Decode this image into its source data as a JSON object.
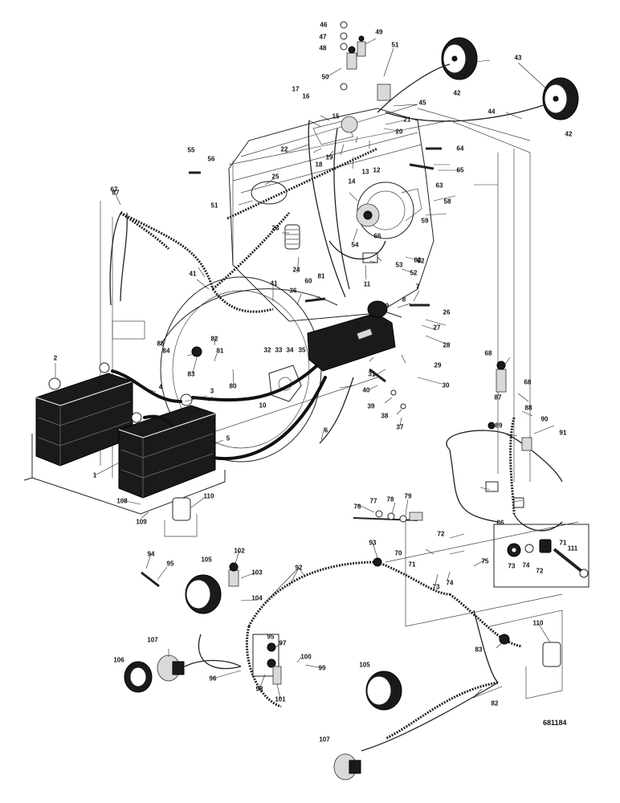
{
  "figure_code": "681184",
  "callouts": [
    {
      "id": "c1",
      "text": "1"
    },
    {
      "id": "c2",
      "text": "2"
    },
    {
      "id": "c3",
      "text": "3"
    },
    {
      "id": "c4",
      "text": "4"
    },
    {
      "id": "c5",
      "text": "5"
    },
    {
      "id": "c6",
      "text": "6"
    },
    {
      "id": "c7",
      "text": "7"
    },
    {
      "id": "c8",
      "text": "8"
    },
    {
      "id": "c9",
      "text": "9"
    },
    {
      "id": "c10",
      "text": "10"
    },
    {
      "id": "c11",
      "text": "11"
    },
    {
      "id": "c12",
      "text": "12"
    },
    {
      "id": "c13",
      "text": "13"
    },
    {
      "id": "c14",
      "text": "14"
    },
    {
      "id": "c15",
      "text": "15"
    },
    {
      "id": "c16",
      "text": "16"
    },
    {
      "id": "c17",
      "text": "17"
    },
    {
      "id": "c18",
      "text": "18"
    },
    {
      "id": "c19",
      "text": "19"
    },
    {
      "id": "c20",
      "text": "20"
    },
    {
      "id": "c21",
      "text": "21"
    },
    {
      "id": "c22",
      "text": "22"
    },
    {
      "id": "c23",
      "text": "23"
    },
    {
      "id": "c24",
      "text": "24"
    },
    {
      "id": "c25",
      "text": "25"
    },
    {
      "id": "c26",
      "text": "26"
    },
    {
      "id": "c27",
      "text": "27"
    },
    {
      "id": "c28",
      "text": "28"
    },
    {
      "id": "c29",
      "text": "29"
    },
    {
      "id": "c30",
      "text": "30"
    },
    {
      "id": "c31",
      "text": "31"
    },
    {
      "id": "c32",
      "text": "32"
    },
    {
      "id": "c33",
      "text": "33"
    },
    {
      "id": "c34",
      "text": "34"
    },
    {
      "id": "c35",
      "text": "35"
    },
    {
      "id": "c36",
      "text": "36"
    },
    {
      "id": "c37",
      "text": "37"
    },
    {
      "id": "c38",
      "text": "38"
    },
    {
      "id": "c39",
      "text": "39"
    },
    {
      "id": "c40",
      "text": "40"
    },
    {
      "id": "c41a",
      "text": "41"
    },
    {
      "id": "c41b",
      "text": "41"
    },
    {
      "id": "c42a",
      "text": "42"
    },
    {
      "id": "c42b",
      "text": "42"
    },
    {
      "id": "c43",
      "text": "43"
    },
    {
      "id": "c44",
      "text": "44"
    },
    {
      "id": "c45",
      "text": "45"
    },
    {
      "id": "c46",
      "text": "46"
    },
    {
      "id": "c47",
      "text": "47"
    },
    {
      "id": "c48",
      "text": "48"
    },
    {
      "id": "c49",
      "text": "49"
    },
    {
      "id": "c50",
      "text": "50"
    },
    {
      "id": "c51a",
      "text": "51"
    },
    {
      "id": "c51b",
      "text": "51"
    },
    {
      "id": "c52",
      "text": "52"
    },
    {
      "id": "c53",
      "text": "53"
    },
    {
      "id": "c54",
      "text": "54"
    },
    {
      "id": "c55",
      "text": "55"
    },
    {
      "id": "c56",
      "text": "56"
    },
    {
      "id": "c58",
      "text": "58"
    },
    {
      "id": "c59",
      "text": "59"
    },
    {
      "id": "c60",
      "text": "60"
    },
    {
      "id": "c62",
      "text": "62"
    },
    {
      "id": "c63",
      "text": "63"
    },
    {
      "id": "c64",
      "text": "64"
    },
    {
      "id": "c65",
      "text": "65"
    },
    {
      "id": "c66",
      "text": "66"
    },
    {
      "id": "c67",
      "text": "67"
    },
    {
      "id": "c68a",
      "text": "68"
    },
    {
      "id": "c68b",
      "text": "68"
    },
    {
      "id": "c70",
      "text": "70"
    },
    {
      "id": "c71a",
      "text": "71"
    },
    {
      "id": "c71b",
      "text": "71"
    },
    {
      "id": "c72a",
      "text": "72"
    },
    {
      "id": "c72b",
      "text": "72"
    },
    {
      "id": "c73a",
      "text": "73"
    },
    {
      "id": "c73b",
      "text": "73"
    },
    {
      "id": "c74a",
      "text": "74"
    },
    {
      "id": "c74b",
      "text": "74"
    },
    {
      "id": "c75",
      "text": "75"
    },
    {
      "id": "c76",
      "text": "76"
    },
    {
      "id": "c77",
      "text": "77"
    },
    {
      "id": "c78",
      "text": "78"
    },
    {
      "id": "c79",
      "text": "79"
    },
    {
      "id": "c80",
      "text": "80"
    },
    {
      "id": "c81a",
      "text": "81"
    },
    {
      "id": "c81b",
      "text": "81"
    },
    {
      "id": "c82a",
      "text": "82"
    },
    {
      "id": "c82b",
      "text": "82"
    },
    {
      "id": "c82c",
      "text": "82"
    },
    {
      "id": "c83a",
      "text": "83"
    },
    {
      "id": "c83b",
      "text": "83"
    },
    {
      "id": "c84",
      "text": "84"
    },
    {
      "id": "c85",
      "text": "85"
    },
    {
      "id": "c86",
      "text": "86"
    },
    {
      "id": "c87a",
      "text": "87"
    },
    {
      "id": "c87b",
      "text": "87"
    },
    {
      "id": "c88",
      "text": "88"
    },
    {
      "id": "c89",
      "text": "89"
    },
    {
      "id": "c90",
      "text": "90"
    },
    {
      "id": "c91",
      "text": "91"
    },
    {
      "id": "c92",
      "text": "92"
    },
    {
      "id": "c93",
      "text": "93"
    },
    {
      "id": "c94",
      "text": "94"
    },
    {
      "id": "c95a",
      "text": "95"
    },
    {
      "id": "c95b",
      "text": "95"
    },
    {
      "id": "c96",
      "text": "96"
    },
    {
      "id": "c97",
      "text": "97"
    },
    {
      "id": "c98",
      "text": "98"
    },
    {
      "id": "c99",
      "text": "99"
    },
    {
      "id": "c100",
      "text": "100"
    },
    {
      "id": "c101",
      "text": "101"
    },
    {
      "id": "c102",
      "text": "102"
    },
    {
      "id": "c103",
      "text": "103"
    },
    {
      "id": "c104",
      "text": "104"
    },
    {
      "id": "c105a",
      "text": "105"
    },
    {
      "id": "c105b",
      "text": "105"
    },
    {
      "id": "c106",
      "text": "106"
    },
    {
      "id": "c107a",
      "text": "107"
    },
    {
      "id": "c107b",
      "text": "107"
    },
    {
      "id": "c108",
      "text": "108"
    },
    {
      "id": "c109",
      "text": "109"
    },
    {
      "id": "c110a",
      "text": "110"
    },
    {
      "id": "c110b",
      "text": "110"
    },
    {
      "id": "c111",
      "text": "111"
    }
  ]
}
